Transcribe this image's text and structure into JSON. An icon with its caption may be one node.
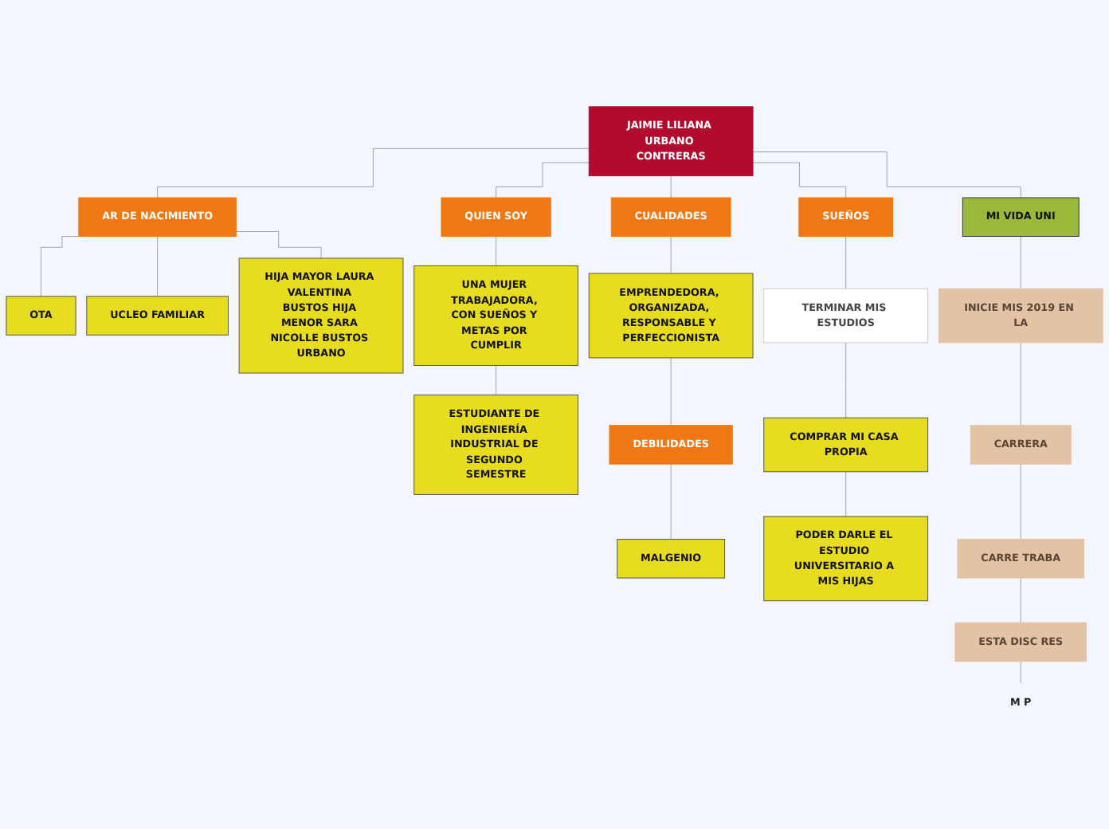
{
  "diagram": {
    "nodes": [
      {
        "text": [
          "JAIMIE LILIANA URBANO CONTRERAS"
        ]
      },
      {
        "text": [
          "AR DE NACIMIENTO"
        ]
      },
      {
        "text": [
          "OTA"
        ]
      },
      {
        "text": [
          "UCLEO FAMILIAR"
        ]
      },
      {
        "text": [
          "HIJA MAYOR LAURA VALENTINA BUSTOS HIJA MENOR SARA NICOLLE BUSTOS URBANO"
        ]
      },
      {
        "text": [
          "QUIEN SOY"
        ]
      },
      {
        "text": [
          "UNA MUJER TRABAJADORA, CON SUEÑOS Y METAS POR CUMPLIR"
        ]
      },
      {
        "text": [
          "ESTUDIANTE DE INGENIERÍA INDUSTRIAL DE SEGUNDO SEMESTRE"
        ]
      },
      {
        "text": [
          "CUALIDADES"
        ]
      },
      {
        "text": [
          "EMPRENDEDORA, ORGANIZADA, RESPONSABLE Y PERFECCIONISTA"
        ]
      },
      {
        "text": [
          "DEBILIDADES"
        ]
      },
      {
        "text": [
          "MALGENIO"
        ]
      },
      {
        "text": [
          "SUEÑOS"
        ]
      },
      {
        "text": [
          "TERMINAR MIS ESTUDIOS"
        ]
      },
      {
        "text": [
          "COMPRAR MI CASA PROPIA"
        ]
      },
      {
        "text": [
          "PODER DARLE EL ESTUDIO UNIVERSITARIO A MIS HIJAS"
        ]
      },
      {
        "text": [
          "MI VIDA UNI"
        ]
      },
      {
        "text": [
          "INICIE MIS 2019 EN LA"
        ]
      },
      {
        "text": [
          "CARRERA"
        ]
      },
      {
        "text": [
          "CARRE TRABA"
        ]
      },
      {
        "text": [
          "ESTA DISC RES"
        ]
      },
      {
        "text": [
          "M P"
        ]
      }
    ],
    "edges": [
      {
        "from": 0,
        "to": 1,
        "arrow": "none"
      },
      {
        "from": 1,
        "to": 2,
        "arrow": "none"
      },
      {
        "from": 1,
        "to": 3,
        "arrow": "none"
      },
      {
        "from": 1,
        "to": 4,
        "arrow": "none"
      },
      {
        "from": 0,
        "to": 5,
        "arrow": "none"
      },
      {
        "from": 5,
        "to": 6,
        "arrow": "none"
      },
      {
        "from": 6,
        "to": 7,
        "arrow": "none"
      },
      {
        "from": 0,
        "to": 8,
        "arrow": "none"
      },
      {
        "from": 8,
        "to": 9,
        "arrow": "none"
      },
      {
        "from": 9,
        "to": 10,
        "arrow": "none"
      },
      {
        "from": 10,
        "to": 11,
        "arrow": "none"
      },
      {
        "from": 0,
        "to": 12,
        "arrow": "none"
      },
      {
        "from": 12,
        "to": 13,
        "arrow": "none"
      },
      {
        "from": 13,
        "to": 14,
        "arrow": "none"
      },
      {
        "from": 14,
        "to": 15,
        "arrow": "none"
      },
      {
        "from": 0,
        "to": 16,
        "arrow": "none"
      },
      {
        "from": 16,
        "to": 17,
        "arrow": "none"
      },
      {
        "from": 17,
        "to": 18,
        "arrow": "none"
      },
      {
        "from": 18,
        "to": 19,
        "arrow": "none"
      },
      {
        "from": 19,
        "to": 20,
        "arrow": "none"
      },
      {
        "from": 20,
        "to": 21,
        "arrow": "none"
      }
    ]
  }
}
